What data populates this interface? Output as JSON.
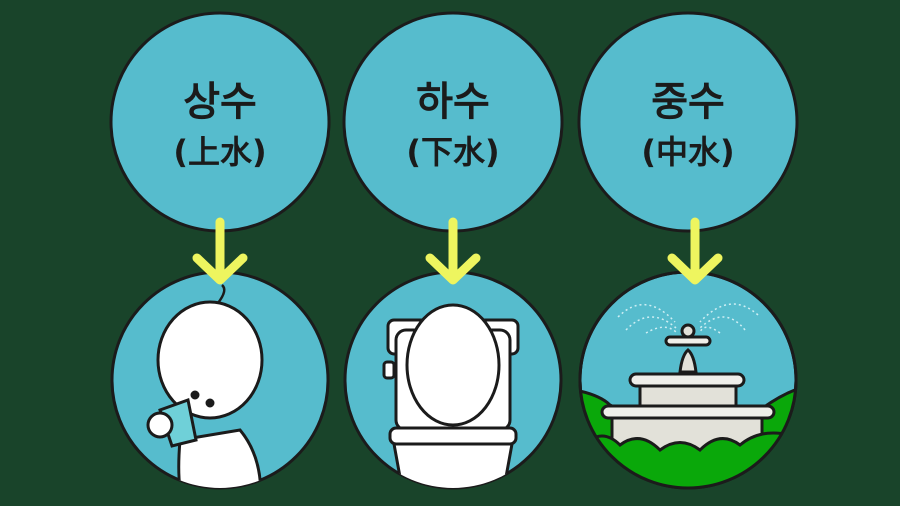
{
  "colors": {
    "background": "#19442a",
    "circle": "#56bccd",
    "arrow": "#eef55f",
    "outline": "#1b1b1b",
    "grass": "#0aa80a",
    "stone": "#e2e1d9"
  },
  "items": [
    {
      "title": "상수",
      "hanja": "(上水)",
      "illustration": "person-drinking-water-icon"
    },
    {
      "title": "하수",
      "hanja": "(下水)",
      "illustration": "toilet-icon"
    },
    {
      "title": "중수",
      "hanja": "(中水)",
      "illustration": "fountain-icon"
    }
  ]
}
